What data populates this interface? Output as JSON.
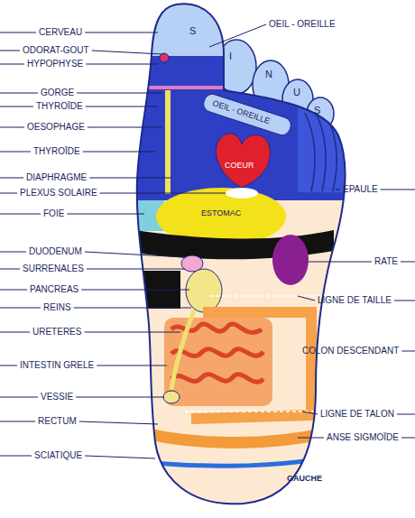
{
  "diagram": {
    "labels": [
      "CERVEAU",
      "ODORAT-GOUT",
      "HYPOPHYSE",
      "GORGE",
      "THYROÏDE",
      "OESOPHAGE",
      "THYROÏDE",
      "DIAPHRAGME",
      "PLEXUS SOLAIRE",
      "FOIE",
      "DUODENUM",
      "SURRENALES",
      "PANCREAS",
      "REINS",
      "URETERES",
      "INTESTIN GRELE",
      "VESSIE",
      "RECTUM",
      "SCIATIQUE",
      "OEIL - OREILLE",
      "EPAULE",
      "RATE",
      "LIGNE DE TAILLE",
      "COLON DESCENDANT",
      "LIGNE DE TALON",
      "ANSE SIGMOÏDE",
      "S",
      "I",
      "N",
      "U",
      "S",
      "OEIL - OREILLE",
      "COEUR",
      "ESTOMAC",
      "GAUCHE"
    ]
  }
}
